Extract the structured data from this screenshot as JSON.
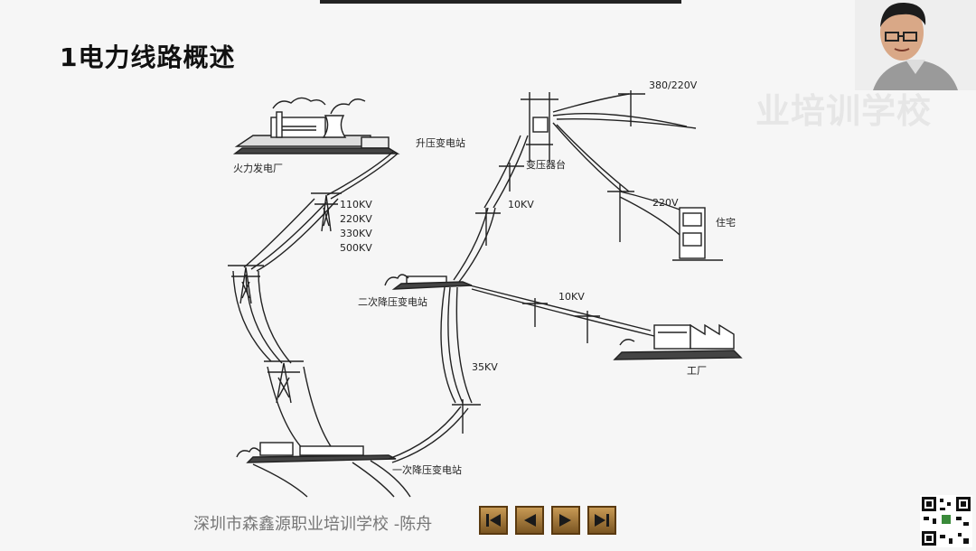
{
  "slide": {
    "title": "1电力线路概述",
    "watermark": "业培训学校",
    "footer": "深圳市森鑫源职业培训学校 -陈舟"
  },
  "diagram": {
    "power_plant": "火力发电厂",
    "step_up_substation": "升压变电站",
    "hv_voltages": [
      "110KV",
      "220KV",
      "330KV",
      "500KV"
    ],
    "primary_substation": "一次降压变电站",
    "line_35kv": "35KV",
    "secondary_substation": "二次降压变电站",
    "line_10kv_top": "10KV",
    "line_10kv_factory": "10KV",
    "transformer_platform": "变压器台",
    "line_380": "380/220V",
    "line_220": "220V",
    "residence": "住宅",
    "factory": "工厂"
  },
  "navigation": {
    "buttons": [
      "first-slide",
      "previous-slide",
      "next-slide",
      "last-slide"
    ]
  },
  "icons": [
    "first-icon",
    "prev-icon",
    "next-icon",
    "last-icon",
    "qr-code-icon",
    "presenter-video"
  ]
}
